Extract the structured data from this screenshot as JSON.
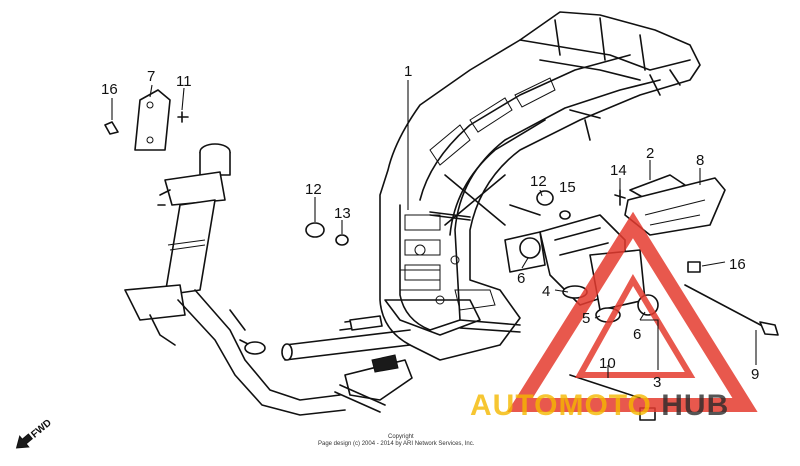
{
  "diagram": {
    "callouts": [
      {
        "id": "c1",
        "label": "1"
      },
      {
        "id": "c2",
        "label": "2"
      },
      {
        "id": "c3",
        "label": "3"
      },
      {
        "id": "c4",
        "label": "4"
      },
      {
        "id": "c5",
        "label": "5"
      },
      {
        "id": "c6a",
        "label": "6"
      },
      {
        "id": "c6b",
        "label": "6"
      },
      {
        "id": "c7",
        "label": "7"
      },
      {
        "id": "c8",
        "label": "8"
      },
      {
        "id": "c9",
        "label": "9"
      },
      {
        "id": "c10",
        "label": "10"
      },
      {
        "id": "c11",
        "label": "11"
      },
      {
        "id": "c12a",
        "label": "12"
      },
      {
        "id": "c12b",
        "label": "12"
      },
      {
        "id": "c13",
        "label": "13"
      },
      {
        "id": "c14",
        "label": "14"
      },
      {
        "id": "c15",
        "label": "15"
      },
      {
        "id": "c16a",
        "label": "16"
      },
      {
        "id": "c16b",
        "label": "16"
      }
    ],
    "fwd_label": "FWD",
    "copyright_line1": "Copyright",
    "copyright_line2": "Page design (c) 2004 - 2014 by ARI Network Services, Inc."
  },
  "watermark": {
    "text": "AUTOMOTOHUB",
    "color_primary": "#f5b800",
    "color_secondary": "#2b2b2b",
    "triangle_color": "#e53b2f"
  }
}
